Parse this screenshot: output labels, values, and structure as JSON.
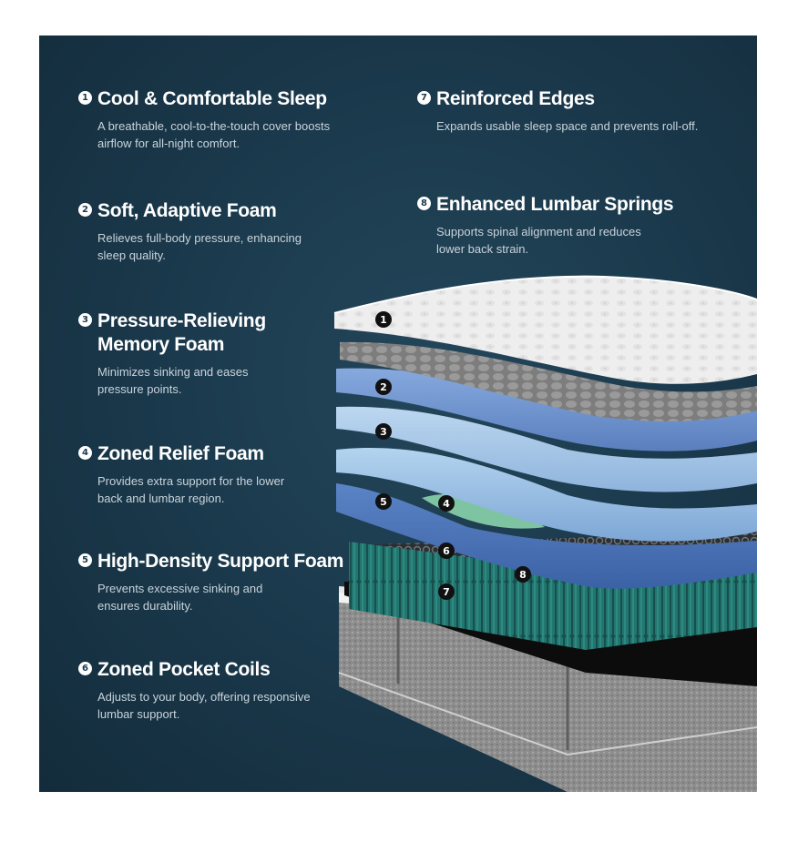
{
  "features": [
    {
      "num": "1",
      "title": "Cool & Comfortable Sleep",
      "desc": "A breathable, cool-to-the-touch cover boosts airflow for all-night comfort."
    },
    {
      "num": "2",
      "title": "Soft, Adaptive Foam",
      "desc": "Relieves full-body pressure, enhancing sleep quality."
    },
    {
      "num": "3",
      "title": "Pressure-Relieving Memory Foam",
      "desc": "Minimizes sinking and eases pressure points."
    },
    {
      "num": "4",
      "title": "Zoned Relief Foam",
      "desc": "Provides extra support for the lower back and lumbar region."
    },
    {
      "num": "5",
      "title": "High-Density Support Foam",
      "desc": "Prevents excessive sinking and ensures durability."
    },
    {
      "num": "6",
      "title": "Zoned Pocket Coils",
      "desc": "Adjusts to your body, offering responsive lumbar support."
    },
    {
      "num": "7",
      "title": "Reinforced Edges",
      "desc": "Expands usable sleep space and prevents roll-off."
    },
    {
      "num": "8",
      "title": "Enhanced Lumbar Springs",
      "desc": "Supports spinal alignment and reduces lower back strain."
    }
  ],
  "colors": {
    "background": "#1b3a4d",
    "cover": "#ececec",
    "egg_crate": "#8c8c8c",
    "adaptive_foam": "#6f95cf",
    "memory_foam": "#a8c8e8",
    "zoned_foam": "#7fc4a2",
    "support_foam": "#4a72b5",
    "coils": "#1e6b66",
    "base_fabric": "#8a8a8a"
  },
  "markers": [
    {
      "label": "1"
    },
    {
      "label": "2"
    },
    {
      "label": "3"
    },
    {
      "label": "4"
    },
    {
      "label": "5"
    },
    {
      "label": "6"
    },
    {
      "label": "7"
    },
    {
      "label": "8"
    }
  ]
}
